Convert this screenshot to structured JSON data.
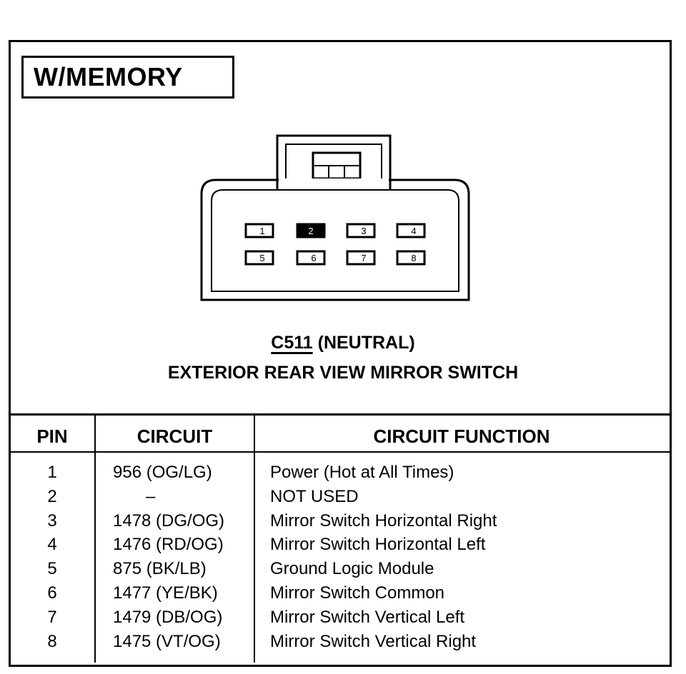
{
  "badge": "W/MEMORY",
  "connector": {
    "id": "C511",
    "color": "(NEUTRAL)",
    "name": "EXTERIOR REAR VIEW MIRROR SWITCH",
    "pins_top": [
      "1",
      "2",
      "3",
      "4"
    ],
    "pins_bottom": [
      "5",
      "6",
      "7",
      "8"
    ],
    "filled_pin": "2"
  },
  "table": {
    "headers": {
      "pin": "PIN",
      "circuit": "CIRCUIT",
      "function": "CIRCUIT FUNCTION"
    },
    "rows": [
      {
        "pin": "1",
        "circuit": "956 (OG/LG)",
        "function": "Power (Hot at All Times)"
      },
      {
        "pin": "2",
        "circuit": "–",
        "function": "NOT USED"
      },
      {
        "pin": "3",
        "circuit": "1478 (DG/OG)",
        "function": "Mirror Switch Horizontal Right"
      },
      {
        "pin": "4",
        "circuit": "1476 (RD/OG)",
        "function": "Mirror Switch Horizontal Left"
      },
      {
        "pin": "5",
        "circuit": "875 (BK/LB)",
        "function": "Ground Logic Module"
      },
      {
        "pin": "6",
        "circuit": "1477 (YE/BK)",
        "function": "Mirror Switch Common"
      },
      {
        "pin": "7",
        "circuit": "1479 (DB/OG)",
        "function": "Mirror Switch Vertical Left"
      },
      {
        "pin": "8",
        "circuit": "1475 (VT/OG)",
        "function": "Mirror Switch Vertical Right"
      }
    ]
  }
}
